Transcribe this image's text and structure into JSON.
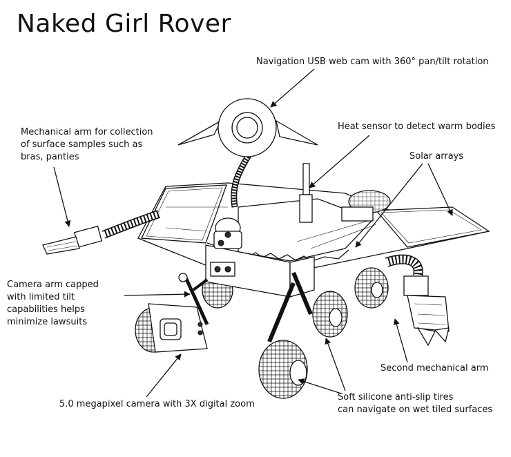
{
  "title": "Naked Girl Rover",
  "labels": {
    "nav_cam": "Navigation USB web cam with 360° pan/tilt rotation",
    "mech_arm": [
      "Mechanical arm for collection",
      "of surface samples such as",
      "bras, panties"
    ],
    "heat_sensor": "Heat sensor to detect warm bodies",
    "solar": "Solar arrays",
    "camera_arm": [
      "Camera arm capped",
      "with limited tilt",
      "capabilities helps",
      "minimize lawsuits"
    ],
    "second_arm": "Second mechanical arm",
    "camera": "5.0 megapixel camera with 3X digital zoom",
    "tires": [
      "Soft silicone anti-slip tires",
      "can navigate on wet tiled surfaces"
    ]
  }
}
